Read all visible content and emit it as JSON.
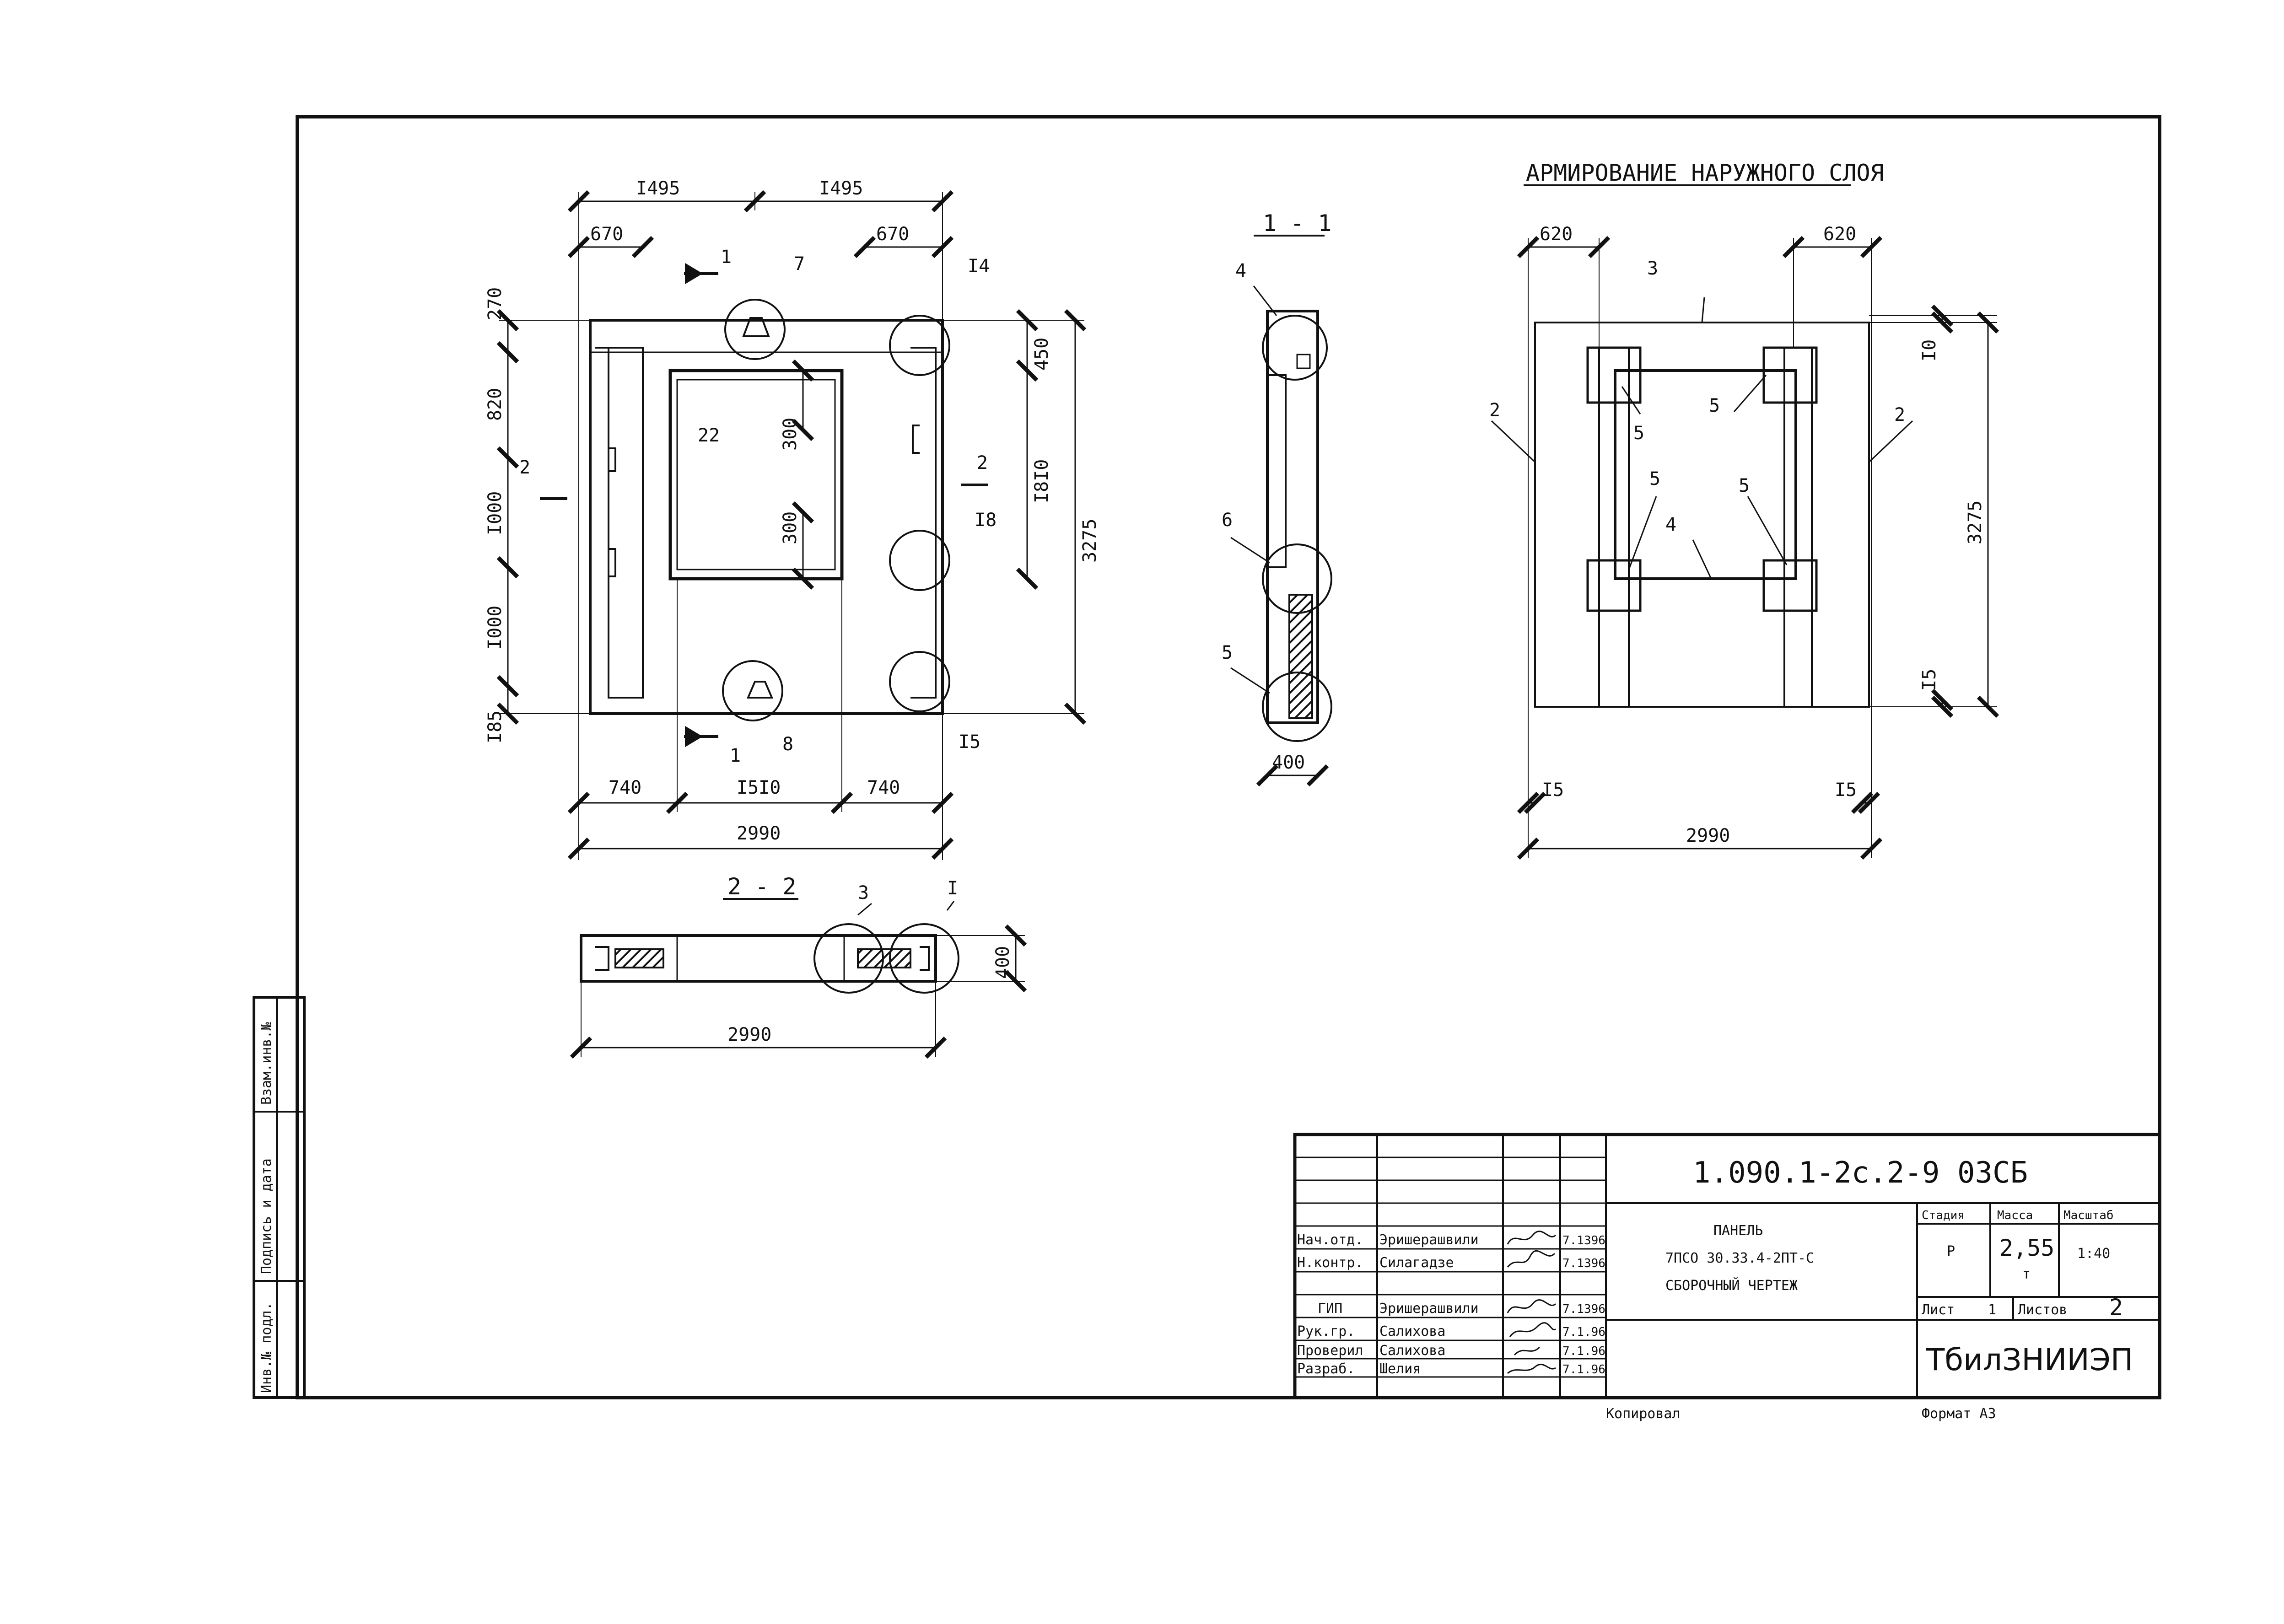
{
  "views": {
    "front": {
      "top_dims": [
        "I495",
        "I495"
      ],
      "top_sub_dims": [
        "670",
        "670"
      ],
      "left_dims": [
        "270",
        "820",
        "I000",
        "I000",
        "I85"
      ],
      "right_dims": [
        "450",
        "I8I0",
        "3275"
      ],
      "window_dims": [
        "300",
        "300"
      ],
      "bottom_dims": [
        "740",
        "I5I0",
        "740"
      ],
      "overall": "2990",
      "labels": [
        "1",
        "7",
        "I4",
        "2",
        "22",
        "2",
        "I8",
        "8",
        "1",
        "I5"
      ]
    },
    "section_1_1": {
      "title": "1 - 1",
      "labels": [
        "4",
        "6",
        "5"
      ],
      "width": "400"
    },
    "section_2_2": {
      "title": "2 - 2",
      "labels": [
        "3",
        "I"
      ],
      "height": "400",
      "overall": "2990"
    },
    "outer_layer": {
      "title": "АРМИРОВАНИЕ НАРУЖНОГО СЛОЯ",
      "top_dims": [
        "620",
        "620"
      ],
      "labels": [
        "3",
        "2",
        "2",
        "5",
        "5",
        "5",
        "5",
        "4"
      ],
      "right_dims": [
        "I0",
        "3275",
        "I5"
      ],
      "bottom_dims": [
        "I5",
        "I5"
      ],
      "overall": "2990"
    }
  },
  "side_stamp": [
    "Инв.№ подл.",
    "Подпись и дата",
    "Взам.инв.№"
  ],
  "title_block": {
    "code": "1.090.1-2с.2-9  03СБ",
    "name": [
      "ПАНЕЛЬ",
      "7ПСО 30.33.4-2ПТ-С",
      "СБОРОЧНЫЙ  ЧЕРТЕЖ"
    ],
    "headers": {
      "stage": "Стадия",
      "mass": "Масса",
      "scale": "Масштаб"
    },
    "values": {
      "stage": "Р",
      "mass": "2,55",
      "mass_unit": "т",
      "scale": "1:40"
    },
    "sheet_label": "Лист",
    "sheet": "1",
    "sheets_label": "Листов",
    "sheets": "2",
    "org": "ТбилЗНИИЭП",
    "staff": [
      {
        "role": "Нач.отд.",
        "name": "Эришерашвили",
        "date": "7.1396"
      },
      {
        "role": "Н.контр.",
        "name": "Силагадзе",
        "date": "7.1396"
      },
      {
        "role": "ГИП",
        "name": "Эришерашвили",
        "date": "7.1396"
      },
      {
        "role": "Рук.гр.",
        "name": "Салихова",
        "date": "7.1.96"
      },
      {
        "role": "Проверил",
        "name": "Салихова",
        "date": "7.1.96"
      },
      {
        "role": "Разраб.",
        "name": "Шелия",
        "date": "7.1.96"
      }
    ]
  },
  "footer": {
    "copied": "Копировал",
    "format": "Формат А3"
  }
}
